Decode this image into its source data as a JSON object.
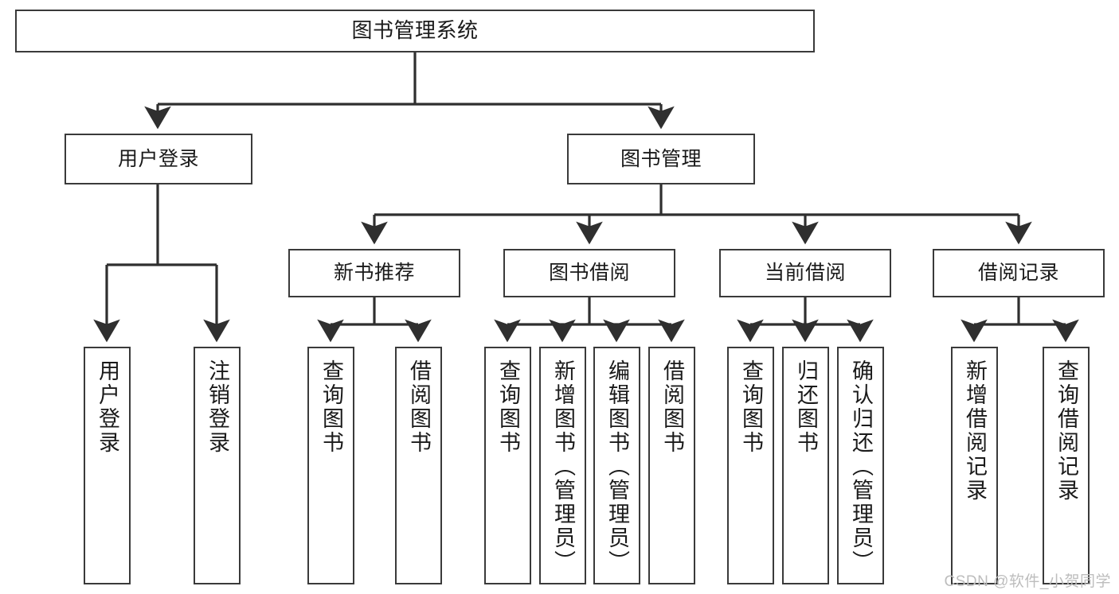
{
  "diagram": {
    "title": "图书管理系统",
    "watermark": "CSDN @软件_小贺同学",
    "colors": {
      "box_border": "#3a3a3a",
      "box_fill": "#ffffff",
      "connector": "#2f2f2f",
      "text": "#1a1a1a",
      "watermark": "#bdbdbd"
    },
    "nodes": {
      "root": {
        "label": "图书管理系统"
      },
      "level2": [
        {
          "id": "user-login",
          "label": "用户登录"
        },
        {
          "id": "book-management",
          "label": "图书管理"
        }
      ],
      "level3": [
        {
          "id": "new-book-recommend",
          "label": "新书推荐"
        },
        {
          "id": "book-borrow",
          "label": "图书借阅"
        },
        {
          "id": "current-borrow",
          "label": "当前借阅"
        },
        {
          "id": "borrow-record",
          "label": "借阅记录"
        }
      ],
      "leaves": {
        "user-login": [
          {
            "id": "leaf-user-login",
            "label": "用户登录"
          },
          {
            "id": "leaf-logout-login",
            "label": "注销登录"
          }
        ],
        "new-book-recommend": [
          {
            "id": "leaf-query-book-1",
            "label": "查询图书"
          },
          {
            "id": "leaf-borrow-book-1",
            "label": "借阅图书"
          }
        ],
        "book-borrow": [
          {
            "id": "leaf-query-book-2",
            "label": "查询图书"
          },
          {
            "id": "leaf-add-book-admin",
            "label": "新增图书（管理员）"
          },
          {
            "id": "leaf-edit-book-admin",
            "label": "编辑图书（管理员）"
          },
          {
            "id": "leaf-borrow-book-2",
            "label": "借阅图书"
          }
        ],
        "current-borrow": [
          {
            "id": "leaf-query-book-3",
            "label": "查询图书"
          },
          {
            "id": "leaf-return-book",
            "label": "归还图书"
          },
          {
            "id": "leaf-confirm-return-admin",
            "label": "确认归还（管理员）"
          }
        ],
        "borrow-record": [
          {
            "id": "leaf-add-borrow-record",
            "label": "新增借阅记录"
          },
          {
            "id": "leaf-query-borrow-record",
            "label": "查询借阅记录"
          }
        ]
      }
    }
  }
}
